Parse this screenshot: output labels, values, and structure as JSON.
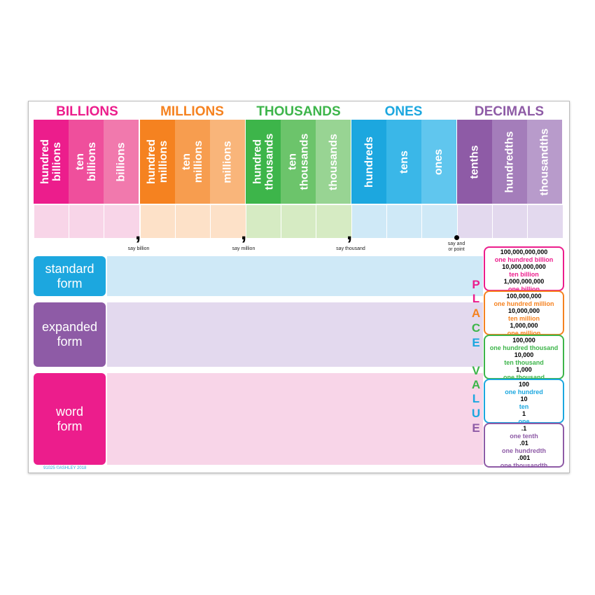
{
  "colors": {
    "billions": "#ec1d8c",
    "millions": "#f58220",
    "thousands": "#3db54a",
    "ones": "#1ca7df",
    "decimals": "#8e5ba6"
  },
  "groups": [
    {
      "label": "BILLIONS",
      "color": "#ec1d8c"
    },
    {
      "label": "MILLIONS",
      "color": "#f58220"
    },
    {
      "label": "THOUSANDS",
      "color": "#3db54a"
    },
    {
      "label": "ONES",
      "color": "#1ca7df"
    },
    {
      "label": "DECIMALS",
      "color": "#8e5ba6"
    }
  ],
  "columns": [
    {
      "label": "hundred\nbillions",
      "color": "#ec1d8c",
      "cell": "#f8d5e8"
    },
    {
      "label": "ten\nbillions",
      "color": "#ef4f9c",
      "cell": "#f8d5e8"
    },
    {
      "label": "billions",
      "color": "#f179ad",
      "cell": "#f8d5e8"
    },
    {
      "label": "hundred\nmillions",
      "color": "#f58220",
      "cell": "#fde1c8"
    },
    {
      "label": "ten\nmillions",
      "color": "#f79d4f",
      "cell": "#fde1c8"
    },
    {
      "label": "millions",
      "color": "#f9b57a",
      "cell": "#fde1c8"
    },
    {
      "label": "hundred\nthousands",
      "color": "#3db54a",
      "cell": "#d6ebc3"
    },
    {
      "label": "ten\nthousands",
      "color": "#6cc46b",
      "cell": "#d6ebc3"
    },
    {
      "label": "thousands",
      "color": "#98d493",
      "cell": "#d6ebc3"
    },
    {
      "label": "hundreds",
      "color": "#1ca7df",
      "cell": "#cfe9f7"
    },
    {
      "label": "tens",
      "color": "#3ab7e8",
      "cell": "#cfe9f7"
    },
    {
      "label": "ones",
      "color": "#60c6ee",
      "cell": "#cfe9f7"
    },
    {
      "label": "tenths",
      "color": "#8e5ba6",
      "cell": "#e3d9ee"
    },
    {
      "label": "hundredths",
      "color": "#a47dba",
      "cell": "#e3d9ee"
    },
    {
      "label": "thousandths",
      "color": "#b89bcb",
      "cell": "#e3d9ee"
    }
  ],
  "separators": {
    "billion": "say billion",
    "million": "say million",
    "thousand": "say thousand",
    "point": "say and\nor point",
    "comma": ",",
    "point_mark": "•"
  },
  "forms": [
    {
      "label": "standard\nform",
      "color": "#1ca7df",
      "band": "#cfe9f7"
    },
    {
      "label": "expanded\nform",
      "color": "#8e5ba6",
      "band": "#e3d9ee"
    },
    {
      "label": "word\nform",
      "color": "#ec1d8c",
      "band": "#f8d5e8"
    }
  ],
  "place_value_title": {
    "letters": [
      {
        "ch": "P",
        "color": "#ec1d8c"
      },
      {
        "ch": "L",
        "color": "#ec1d8c"
      },
      {
        "ch": "A",
        "color": "#f58220"
      },
      {
        "ch": "C",
        "color": "#3db54a"
      },
      {
        "ch": "E",
        "color": "#1ca7df"
      },
      {
        "ch": "V",
        "color": "#3db54a"
      },
      {
        "ch": "A",
        "color": "#3db54a"
      },
      {
        "ch": "L",
        "color": "#1ca7df"
      },
      {
        "ch": "U",
        "color": "#1ca7df"
      },
      {
        "ch": "E",
        "color": "#8e5ba6"
      }
    ]
  },
  "place_value_boxes": [
    {
      "color": "#ec1d8c",
      "lines": [
        {
          "t": "100,000,000,000",
          "c": "#000000"
        },
        {
          "t": "one hundred billion",
          "c": "#ec1d8c"
        },
        {
          "t": "10,000,000,000",
          "c": "#000000"
        },
        {
          "t": "ten billion",
          "c": "#ec1d8c"
        },
        {
          "t": "1,000,000,000",
          "c": "#000000"
        },
        {
          "t": "one billion",
          "c": "#ec1d8c"
        }
      ]
    },
    {
      "color": "#f58220",
      "lines": [
        {
          "t": "100,000,000",
          "c": "#000000"
        },
        {
          "t": "one hundred million",
          "c": "#f58220"
        },
        {
          "t": "10,000,000",
          "c": "#000000"
        },
        {
          "t": "ten million",
          "c": "#f58220"
        },
        {
          "t": "1,000,000",
          "c": "#000000"
        },
        {
          "t": "one million",
          "c": "#f58220"
        }
      ]
    },
    {
      "color": "#3db54a",
      "lines": [
        {
          "t": "100,000",
          "c": "#000000"
        },
        {
          "t": "one hundred thousand",
          "c": "#3db54a"
        },
        {
          "t": "10,000",
          "c": "#000000"
        },
        {
          "t": "ten thousand",
          "c": "#3db54a"
        },
        {
          "t": "1,000",
          "c": "#000000"
        },
        {
          "t": "one thousand",
          "c": "#3db54a"
        }
      ]
    },
    {
      "color": "#1ca7df",
      "lines": [
        {
          "t": "100",
          "c": "#000000"
        },
        {
          "t": "one hundred",
          "c": "#1ca7df"
        },
        {
          "t": "10",
          "c": "#000000"
        },
        {
          "t": "ten",
          "c": "#1ca7df"
        },
        {
          "t": "1",
          "c": "#000000"
        },
        {
          "t": "one",
          "c": "#1ca7df"
        }
      ]
    },
    {
      "color": "#8e5ba6",
      "lines": [
        {
          "t": ".1",
          "c": "#000000"
        },
        {
          "t": "one tenth",
          "c": "#8e5ba6"
        },
        {
          "t": ".01",
          "c": "#000000"
        },
        {
          "t": "one hundredth",
          "c": "#8e5ba6"
        },
        {
          "t": ".001",
          "c": "#000000"
        },
        {
          "t": "one thousandth",
          "c": "#8e5ba6"
        }
      ]
    }
  ],
  "credit": "91025 ©ASHLEY 2018"
}
